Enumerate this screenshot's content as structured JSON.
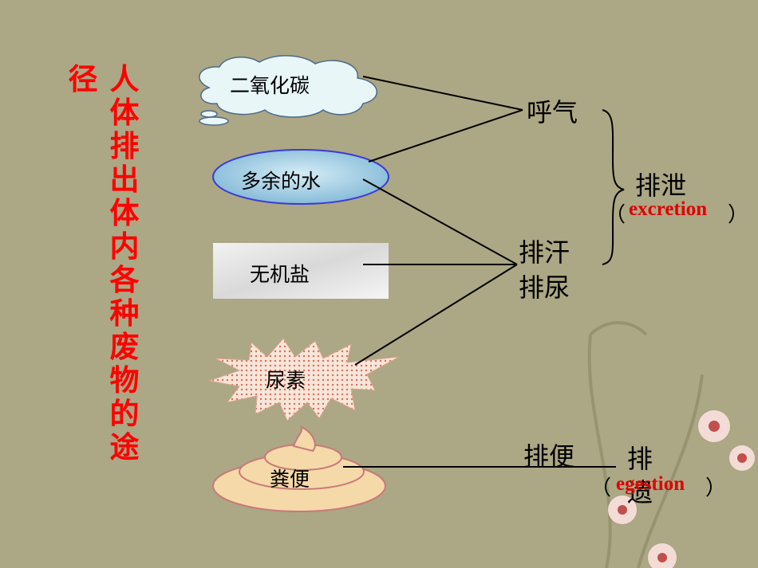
{
  "title_char_1": "人",
  "title_vertical": "人体排出体内各种废物的途",
  "title_column_2": "径",
  "items": {
    "co2": "二氧化碳",
    "water": "多余的水",
    "salt": "无机盐",
    "urea": "尿素",
    "feces": "粪便"
  },
  "processes": {
    "breath": "呼气",
    "sweat": "排汗",
    "urine": "排尿",
    "defecate": "排便"
  },
  "groups": {
    "excretion_cn": "排泄",
    "excretion_en": "excretion",
    "egestion_cn": "排遗",
    "egestion_en": "egestion"
  },
  "paren_open": "（",
  "paren_close": "）",
  "colors": {
    "background": "#aca784",
    "title": "#ff0000",
    "english": "#e00000",
    "lines": "#000000",
    "cloud": "#e8f6f8",
    "water_oval": "#a9d3e8",
    "feces_fill": "#f5d9a8"
  }
}
